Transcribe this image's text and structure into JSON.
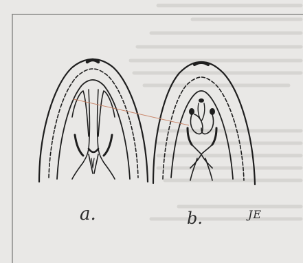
{
  "figure": {
    "label_a": "a.",
    "label_b": "b.",
    "signature": "JE"
  },
  "colors": {
    "ink": "#1e1e1e",
    "paper": "#e9e8e6",
    "frame": "#8a8a88",
    "pointer_line": "#c9866a"
  }
}
